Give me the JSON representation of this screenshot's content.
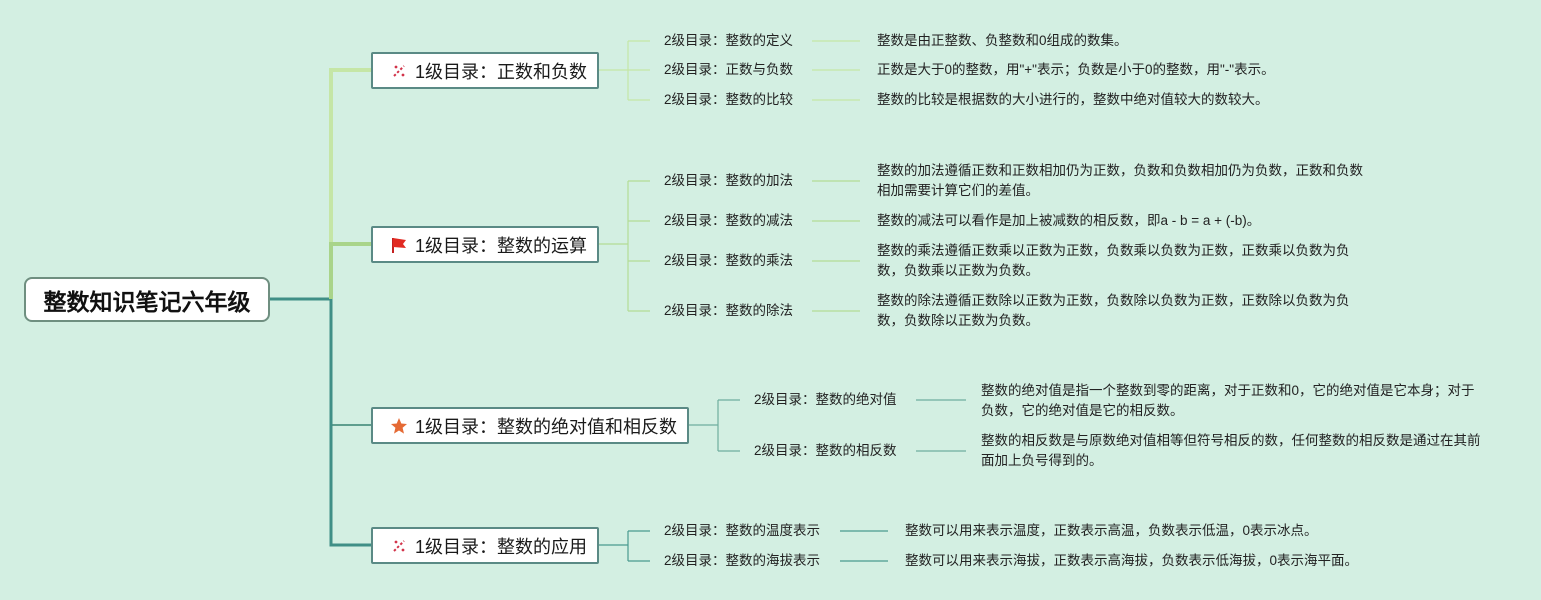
{
  "root": {
    "title": "整数知识笔记六年级"
  },
  "branches": [
    {
      "label": "1级目录：正数和负数",
      "icon": "sparkle-icon",
      "children": [
        {
          "label": "2级目录：整数的定义",
          "text": "整数是由正整数、负整数和0组成的数集。"
        },
        {
          "label": "2级目录：正数与负数",
          "text": "正数是大于0的整数，用\"+\"表示；负数是小于0的整数，用\"-\"表示。"
        },
        {
          "label": "2级目录：整数的比较",
          "text": "整数的比较是根据数的大小进行的，整数中绝对值较大的数较大。"
        }
      ]
    },
    {
      "label": "1级目录：整数的运算",
      "icon": "red-flag-icon",
      "children": [
        {
          "label": "2级目录：整数的加法",
          "text": "整数的加法遵循正数和正数相加仍为正数，负数和负数相加仍为负数，正数和负数相加需要计算它们的差值。"
        },
        {
          "label": "2级目录：整数的减法",
          "text": "整数的减法可以看作是加上被减数的相反数，即a - b = a + (-b)。"
        },
        {
          "label": "2级目录：整数的乘法",
          "text": "整数的乘法遵循正数乘以正数为正数，负数乘以负数为正数，正数乘以负数为负数，负数乘以正数为负数。"
        },
        {
          "label": "2级目录：整数的除法",
          "text": "整数的除法遵循正数除以正数为正数，负数除以负数为正数，正数除以负数为负数，负数除以正数为负数。"
        }
      ]
    },
    {
      "label": "1级目录：整数的绝对值和相反数",
      "icon": "star-icon",
      "children": [
        {
          "label": "2级目录：整数的绝对值",
          "text": "整数的绝对值是指一个整数到零的距离，对于正数和0，它的绝对值是它本身；对于负数，它的绝对值是它的相反数。"
        },
        {
          "label": "2级目录：整数的相反数",
          "text": "整数的相反数是与原数绝对值相等但符号相反的数，任何整数的相反数是通过在其前面加上负号得到的。"
        }
      ]
    },
    {
      "label": "1级目录：整数的应用",
      "icon": "sparkle-icon",
      "children": [
        {
          "label": "2级目录：整数的温度表示",
          "text": "整数可以用来表示温度，正数表示高温，负数表示低温，0表示冰点。"
        },
        {
          "label": "2级目录：整数的海拔表示",
          "text": "整数可以用来表示海拔，正数表示高海拔，负数表示低海拔，0表示海平面。"
        }
      ]
    }
  ],
  "colors": {
    "background": "#d3efe2",
    "branch1": "#c5e6a6",
    "branch2": "#a9d48a",
    "branch3": "#5e9e8e",
    "branch4": "#4a9a90"
  }
}
